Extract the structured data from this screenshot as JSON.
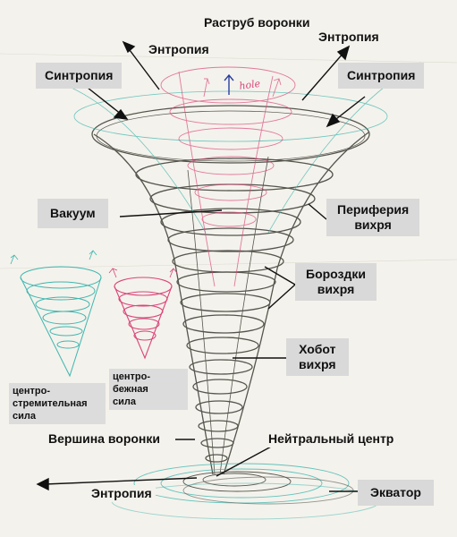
{
  "labels": {
    "funnel_mouth": "Раструб воронки",
    "entropy_left_top": "Энтропия",
    "entropy_right_top": "Энтропия",
    "syntropy_left": "Синтропия",
    "syntropy_right": "Синтропия",
    "vacuum": "Вакуум",
    "periphery_line1": "Периферия",
    "periphery_line2": "вихря",
    "grooves_line1": "Бороздки",
    "grooves_line2": "вихря",
    "trunk_line1": "Хобот",
    "trunk_line2": "вихря",
    "centripetal_line1": "центро-",
    "centripetal_line2": "стремительная",
    "centripetal_line3": "сила",
    "centrifugal_line1": "центро-",
    "centrifugal_line2": "бежная",
    "centrifugal_line3": "сила",
    "funnel_apex": "Вершина воронки",
    "neutral_center": "Нейтральный центр",
    "entropy_bottom": "Энтропия",
    "equator": "Экватор",
    "handwritten_note": "hole"
  },
  "colors": {
    "pencil": "#4a4a44",
    "cyan": "#3fb6b0",
    "pink": "#d9467a",
    "arrow": "#111111",
    "label_bg": "#d9d9d9"
  }
}
